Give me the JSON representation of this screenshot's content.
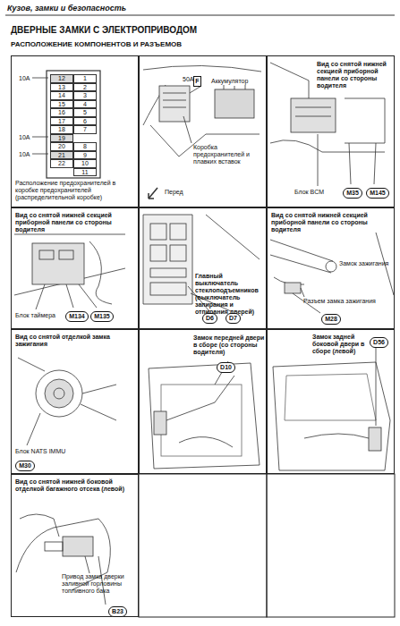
{
  "diagram": {
    "title": "ДВЕРНЫЕ ЗАМКИ С ЭЛЕКТРОПРИВОДОМ",
    "nodes": [
      {
        "text": [
          "10A",
          "10A",
          "10A",
          "Расположение предохранителей в коробке предохранителей (распределительной коробке)"
        ]
      },
      {
        "text": [
          "12"
        ],
        "in": 0
      },
      {
        "text": [
          "1"
        ],
        "in": 0
      },
      {
        "text": [
          "13"
        ],
        "in": 0
      },
      {
        "text": [
          "2"
        ],
        "in": 0
      },
      {
        "text": [
          "14"
        ],
        "in": 0
      },
      {
        "text": [
          "3"
        ],
        "in": 0
      },
      {
        "text": [
          "15"
        ],
        "in": 0
      },
      {
        "text": [
          "4"
        ],
        "in": 0
      },
      {
        "text": [
          "16"
        ],
        "in": 0
      },
      {
        "text": [
          "5"
        ],
        "in": 0
      },
      {
        "text": [
          "17"
        ],
        "in": 0
      },
      {
        "text": [
          "6"
        ],
        "in": 0
      },
      {
        "text": [
          "18"
        ],
        "in": 0
      },
      {
        "text": [
          "7"
        ],
        "in": 0
      },
      {
        "text": [
          "19"
        ],
        "in": 0
      },
      {
        "text": [
          "20"
        ],
        "in": 0
      },
      {
        "text": [
          "8"
        ],
        "in": 0
      },
      {
        "text": [
          "21"
        ],
        "in": 0
      },
      {
        "text": [
          "9"
        ],
        "in": 0
      },
      {
        "text": [
          "22"
        ],
        "in": 0
      },
      {
        "text": [
          "10"
        ],
        "in": 0
      },
      {
        "text": [
          "11"
        ],
        "in": 0
      },
      {
        "text": [
          "50A",
          "Аккумулятор",
          "Коробка предохранителей и плавких вставок",
          "Перед"
        ]
      },
      {
        "text": [
          "F"
        ],
        "in": 23
      },
      {
        "text": [
          "Вид со снятой нижней секцией приборной панели со стороны водителя",
          "Блок BCM"
        ]
      },
      {
        "text": [
          "M35"
        ],
        "in": 25
      },
      {
        "text": [
          "M145"
        ],
        "in": 25
      },
      {
        "text": [
          "Вид со снятой нижней секцией приборной панели со стороны водителя",
          "Блок таймера"
        ]
      },
      {
        "text": [
          "M134"
        ],
        "in": 28
      },
      {
        "text": [
          "M135"
        ],
        "in": 28
      },
      {
        "text": [
          "Главный выключатель стеклоподъемников (выключатель запирания и отпирания дверей)"
        ]
      },
      {
        "text": [
          "D6"
        ],
        "in": 31
      },
      {
        "text": [
          "D7"
        ],
        "in": 31
      },
      {
        "text": [
          "Вид со снятой нижней секцией приборной панели со стороны водителя",
          "Замок зажигания",
          "Разъем замка зажигания"
        ]
      },
      {
        "text": [
          "M28"
        ],
        "in": 34
      },
      {
        "text": [
          "Вид со снятой отделкой замка зажигания",
          "Блок NATS IMMU"
        ]
      },
      {
        "text": [
          "M30"
        ],
        "in": 36
      },
      {
        "text": [
          "Замок передней двери в сборе (со стороны водителя)"
        ]
      },
      {
        "text": [
          "D10"
        ],
        "in": 38
      },
      {
        "text": [
          "Замок задней боковой двери в сборе (левой)"
        ]
      },
      {
        "text": [
          "D56"
        ],
        "in": 40
      },
      {
        "text": [
          "Вид со снятой нижней боковой отделкой багажного отсека (левой)",
          "Привод замка дверки заливной горловины топливного бака"
        ]
      },
      {
        "text": [
          "B23"
        ],
        "in": 42
      }
    ],
    "labels": [
      "Кузов, замки и безопасность",
      "РАСПОЛОЖЕНИЕ КОМПОНЕНТОВ И РАЗЪЕМОВ"
    ]
  }
}
